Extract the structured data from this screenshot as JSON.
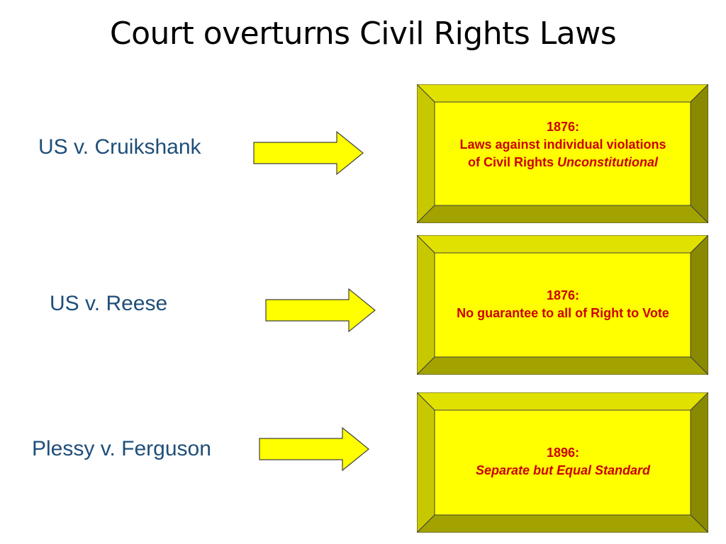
{
  "title": "Court overturns Civil Rights Laws",
  "colors": {
    "label_text": "#1f4e79",
    "box_text": "#cc0000",
    "box_face": "#ffff00",
    "box_bevel_top": "#e1e100",
    "box_bevel_left": "#c8c800",
    "box_bevel_right": "#8a8a00",
    "box_bevel_bottom": "#a3a300",
    "arrow_fill": "#ffff00"
  },
  "cases": [
    {
      "name": "US v. Cruikshank",
      "year": "1876:",
      "ruling_line1": "Laws against individual violations",
      "ruling_line2_plain": "of Civil Rights ",
      "ruling_line2_italic": "Unconstitutional"
    },
    {
      "name": "US v. Reese",
      "year": "1876:",
      "ruling_line1": "No guarantee to all of Right to Vote"
    },
    {
      "name": "Plessy v. Ferguson",
      "year": "1896:",
      "ruling_line1_italic": "Separate but Equal Standard"
    }
  ]
}
